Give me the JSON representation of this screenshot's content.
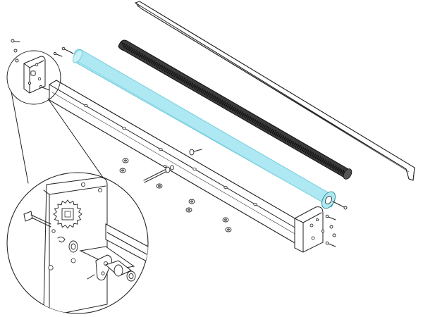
{
  "diagram": {
    "kind": "exploded-assembly-view",
    "highlight_color": "#aee9f3",
    "highlight_stroke": "#69c6d6",
    "brush_color": "#3a3a3a",
    "line_color": "#222222",
    "parts": [
      "top-cover-channel",
      "brush-roller",
      "drive-roller-highlighted",
      "frame-beam",
      "left-end-plate",
      "right-end-plate",
      "sprocket",
      "bearing-shaft",
      "fasteners"
    ],
    "callout": "detail-magnifier-circle"
  }
}
